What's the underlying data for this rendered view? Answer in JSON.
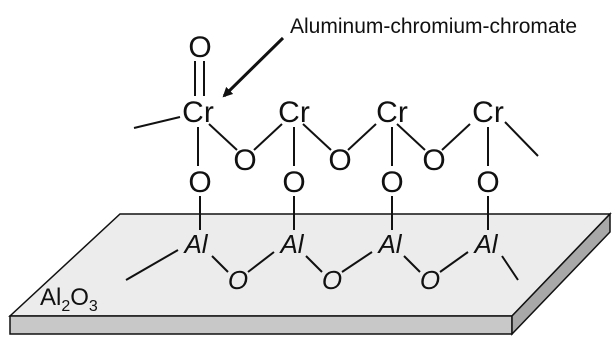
{
  "callout": {
    "text": "Aluminum-chromium-chromate"
  },
  "substrate": {
    "base": "Al",
    "sub1": "2",
    "mid": "O",
    "sub2": "3"
  },
  "atoms": {
    "chromium": "Cr",
    "oxygen": "O",
    "aluminum": "Al"
  },
  "colors": {
    "plate_top": "#ececec",
    "plate_front": "#c8c8c8",
    "plate_side": "#a8a8a8",
    "ink": "#111111"
  }
}
